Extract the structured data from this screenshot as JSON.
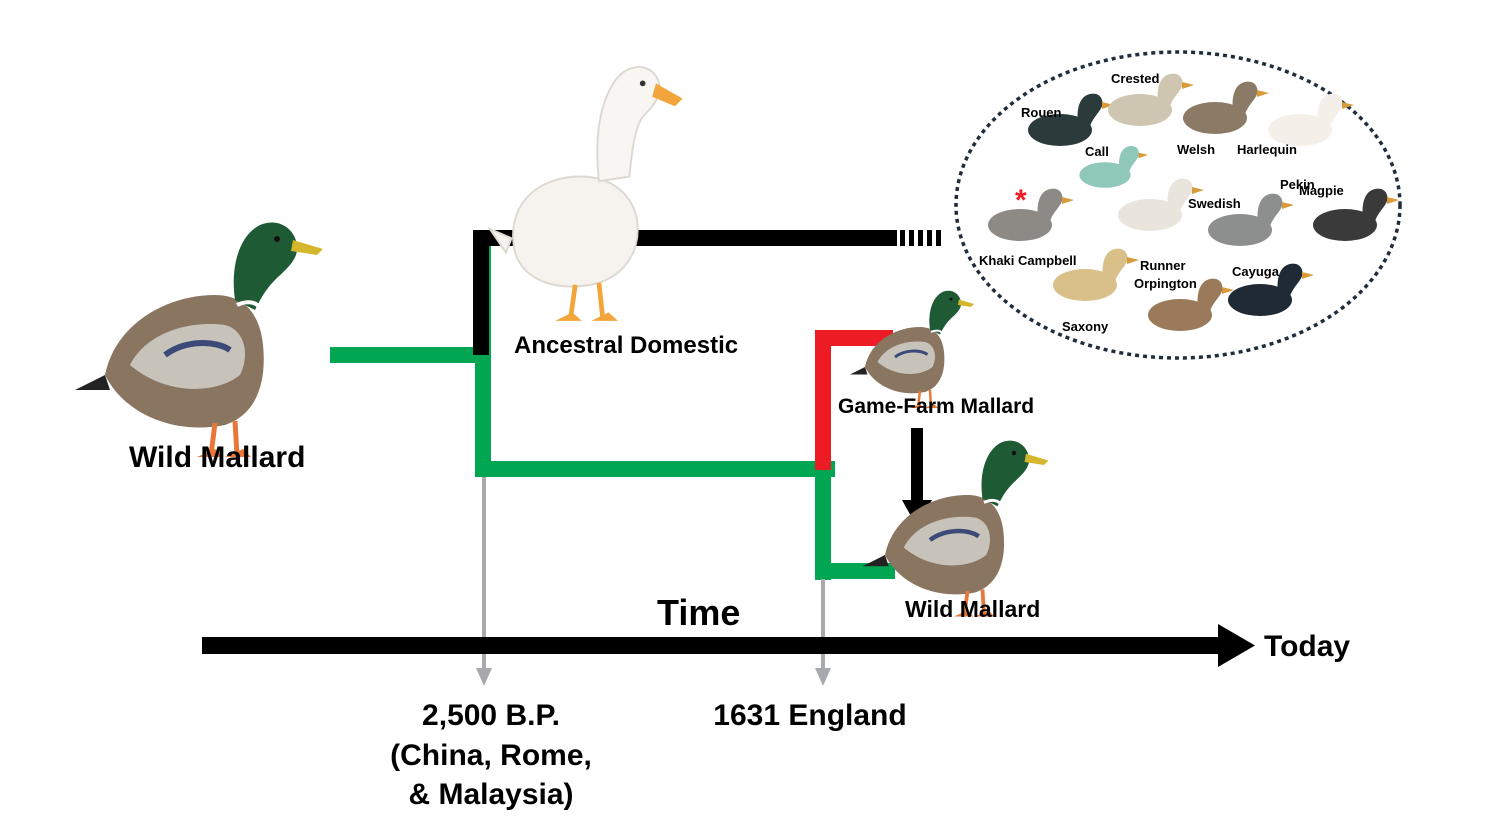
{
  "labels": {
    "wild_mallard_left": "Wild Mallard",
    "ancestral_domestic": "Ancestral Domestic",
    "game_farm_mallard": "Game-Farm Mallard",
    "wild_mallard_right": "Wild Mallard",
    "time": "Time",
    "today": "Today",
    "date_2500_line1": "2,500 B.P.",
    "date_2500_line2": "(China, Rome,",
    "date_2500_line3": "& Malaysia)",
    "date_1631": "1631 England",
    "asterisk": "*"
  },
  "breeds": {
    "rouen": "Rouen",
    "crested": "Crested",
    "call": "Call",
    "welsh": "Welsh",
    "harlequin": "Harlequin",
    "pekin": "Pekin",
    "magpie": "Magpie",
    "swedish": "Swedish",
    "khaki_campbell": "Khaki Campbell",
    "runner": "Runner",
    "orpington": "Orpington",
    "cayuga": "Cayuga",
    "saxony": "Saxony"
  },
  "colors": {
    "wild_lineage": "#00a651",
    "domestic_lineage": "#000000",
    "game_farm_lineage": "#ed1c24",
    "date_marker": "#a7a9ac",
    "breed_cluster_border": "#1f2d3d",
    "asterisk": "#ed1c24"
  },
  "icons": {
    "wild_mallard_left": "mallard-drake-icon",
    "ancestral_domestic": "white-domestic-duck-icon",
    "game_farm_mallard": "mallard-drake-icon",
    "wild_mallard_right": "mallard-drake-icon"
  }
}
